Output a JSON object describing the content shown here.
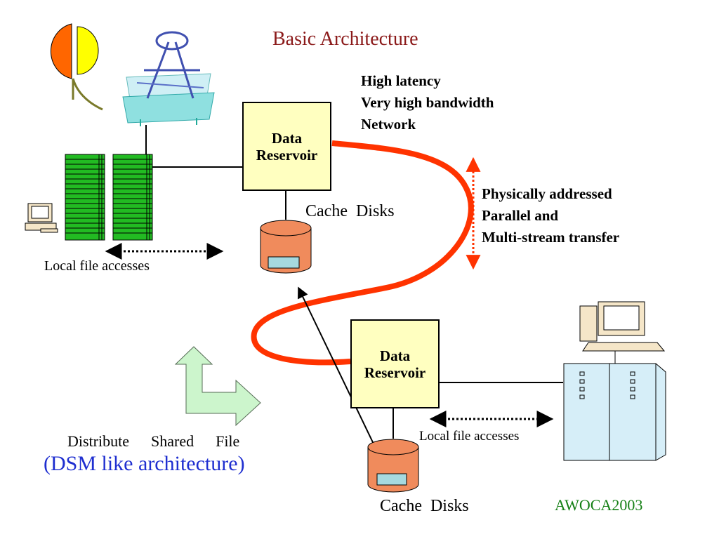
{
  "title": "Basic Architecture",
  "network_notes": [
    "High latency",
    "Very high bandwidth",
    "Network"
  ],
  "transfer_notes": [
    "Physically addressed",
    "Parallel and",
    "Multi-stream transfer"
  ],
  "top_site": {
    "data_reservoir_label": "Data\nReservoir",
    "cache_label": "Cache  Disks",
    "local_access_label": "Local file accesses"
  },
  "bottom_site": {
    "data_reservoir_label": "Data\nReservoir",
    "cache_label": "Cache  Disks",
    "local_access_label": "Local file accesses"
  },
  "concept": {
    "label": "Distribute  Shared  File",
    "sublabel": "(DSM like architecture)"
  },
  "footer": "AWOCA2003",
  "icons": [
    "logo-icon",
    "telescope-icon",
    "server-rack-icon",
    "pc-icon",
    "disk-cylinder-icon",
    "mainframe-icon",
    "workstation-icon",
    "arrow-shape-icon"
  ],
  "colors": {
    "title": "#8B1A1A",
    "network_line": "#FF3300",
    "reservoir_fill": "#FFFFC0",
    "disk_fill": "#F08B5C",
    "dsm_text": "#1F2FD0",
    "footer_text": "#147F14"
  }
}
